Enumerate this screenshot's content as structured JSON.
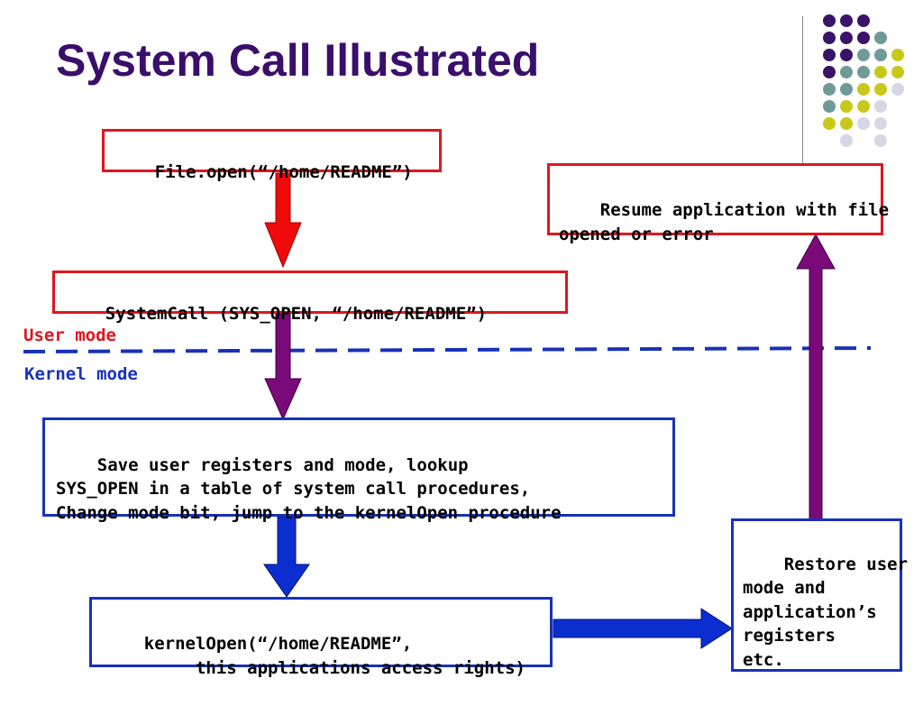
{
  "title": "System Call Illustrated",
  "labels": {
    "user_mode": "User mode",
    "kernel_mode": "Kernel mode"
  },
  "nodes": {
    "file_open": "File.open(“/home/README”)",
    "system_call": "SystemCall (SYS_OPEN, “/home/README”)",
    "save_registers": "Save user registers and mode, lookup\nSYS_OPEN in a table of system call procedures,\nChange mode bit, jump to the kernelOpen procedure",
    "kernel_open": "kernelOpen(“/home/README”,\n         this applications access rights)",
    "restore_user": "Restore user\nmode and\napplication’s\nregisters\netc.",
    "resume_app": "Resume application with file\nopened or error"
  },
  "colors": {
    "title": "#3a0f6b",
    "red_border": "#e0161e",
    "blue_border": "#1732b8",
    "user_mode_text": "#e0161e",
    "kernel_mode_text": "#1732b8",
    "mode_divider": "#1732b8",
    "arrow_red": "#f00a0a",
    "arrow_purple": "#7a0a7a",
    "arrow_blue": "#0b2ed0",
    "dot_purple": "#3a1466",
    "dot_teal": "#6f9a98",
    "dot_yellow": "#c8c81a",
    "dot_light": "#d6d6e4"
  }
}
